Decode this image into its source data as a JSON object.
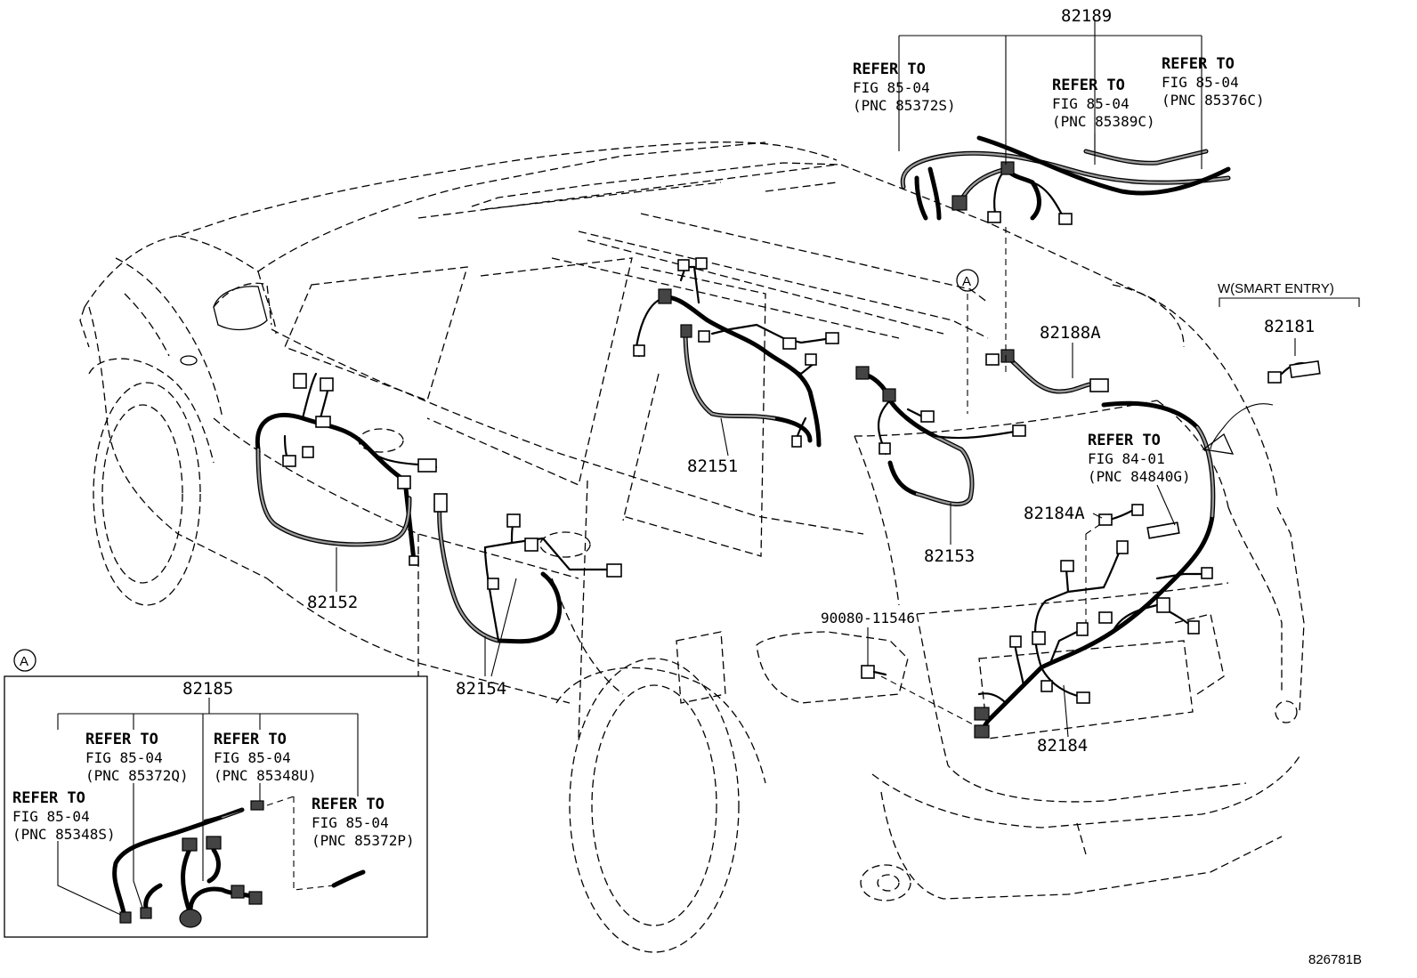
{
  "diagram": {
    "part_numbers": {
      "p82189": "82189",
      "p82188a": "82188A",
      "p82181": "82181",
      "p82151": "82151",
      "p82152": "82152",
      "p82153": "82153",
      "p82154": "82154",
      "p82184a": "82184A",
      "p82184": "82184",
      "p82185": "82185",
      "p90080": "90080-11546"
    },
    "callout_letter": "A",
    "smart_entry": "W(SMART ENTRY)",
    "figure_code": "826781B",
    "refer_to": "REFER TO",
    "top_refs": [
      {
        "fig": "FIG 85-04",
        "pnc": "(PNC 85372S)"
      },
      {
        "fig": "FIG 85-04",
        "pnc": "(PNC 85389C)"
      },
      {
        "fig": "FIG 85-04",
        "pnc": "(PNC 85376C)"
      }
    ],
    "right_ref": {
      "fig": "FIG 84-01",
      "pnc": "(PNC 84840G)"
    },
    "inset_refs": [
      {
        "fig": "FIG 85-04",
        "pnc": "(PNC 85372Q)"
      },
      {
        "fig": "FIG 85-04",
        "pnc": "(PNC 85348U)"
      },
      {
        "fig": "FIG 85-04",
        "pnc": "(PNC 85348S)"
      },
      {
        "fig": "FIG 85-04",
        "pnc": "(PNC 85372P)"
      }
    ]
  }
}
